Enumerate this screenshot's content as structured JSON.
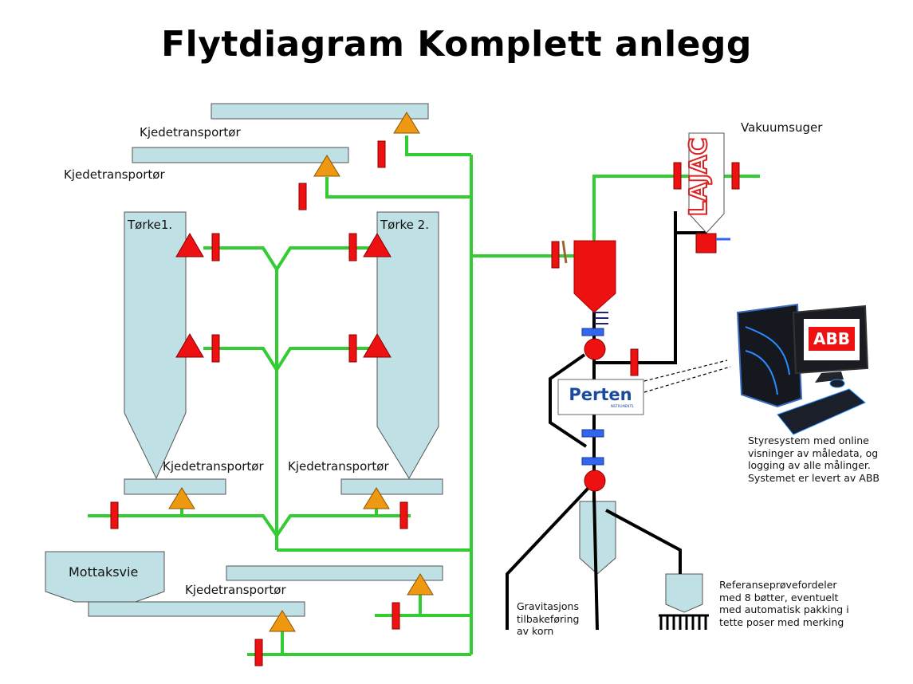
{
  "title": "Flytdiagram Komplett anlegg",
  "labels": {
    "kjede_top1": "Kjedetransportør",
    "kjede_top2": "Kjedetransportør",
    "torke1": "Tørke1.",
    "torke2": "Tørke 2.",
    "kjede_mid1": "Kjedetransportør",
    "kjede_mid2": "Kjedetransportør",
    "mottaksvie": "Mottaksvie",
    "kjede_bottom": "Kjedetransportør",
    "vakuumsuger": "Vakuumsuger",
    "lajac": "LAJAC",
    "perten": "Perten",
    "perten_sub": "INSTRUMENTS",
    "abb": "ABB",
    "styresystem_lines": [
      "Styresystem med online",
      "visninger av måledata, og",
      "logging av alle målinger.",
      "Systemet er levert av ABB"
    ],
    "gravitasjon_lines": [
      "Gravitasjons",
      "tilbakeføring",
      "av korn"
    ],
    "referanse_lines": [
      "Referanseprøvefordeler",
      "med 8 bøtter, eventuelt",
      "med  automatisk pakking  i",
      "tette poser med merking"
    ]
  },
  "colors": {
    "pipe": "#33cc33",
    "vessel": "#bfe0e4",
    "fan": "#ee9911",
    "valve": "#ee1111",
    "blue": "#3366ee",
    "line": "#000000"
  }
}
